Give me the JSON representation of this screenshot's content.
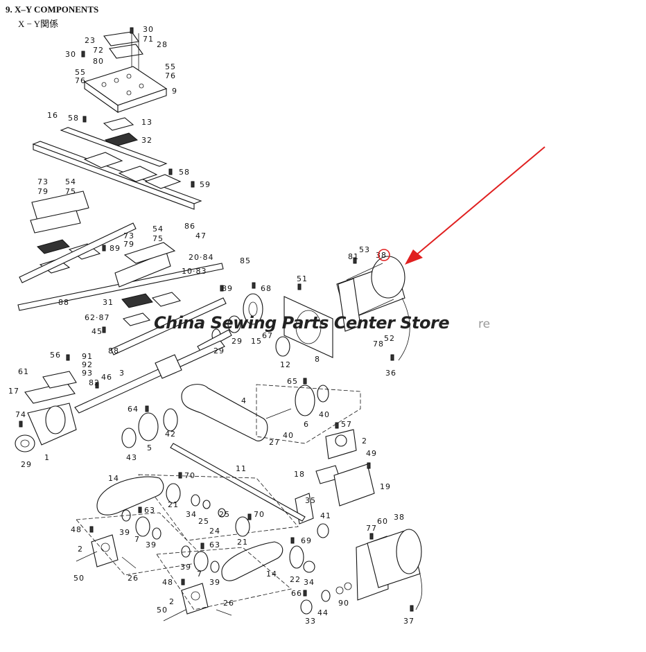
{
  "header": {
    "title": "9. X–Y COMPONENTS",
    "subtitle": "X − Y関係"
  },
  "watermark": {
    "text": "China Sewing Parts Center Store",
    "tail": "re"
  },
  "highlight": {
    "color": "#e02020",
    "target_label": "38"
  },
  "labels": {
    "p30a": "30",
    "p71": "71",
    "p28": "28",
    "p23": "23",
    "p72": "72",
    "p80": "80",
    "p30b": "30",
    "p55a": "55",
    "p76a": "76",
    "p55b": "55",
    "p76b": "76",
    "p9": "9",
    "p16": "16",
    "p58a": "58",
    "p13": "13",
    "p32": "32",
    "p58b": "58",
    "p59": "59",
    "p73a": "73",
    "p79a": "79",
    "p54a": "54",
    "p75a": "75",
    "p54b": "54",
    "p86": "86",
    "p73b": "73",
    "p75b": "75",
    "p47": "47",
    "p79b": "79",
    "p89a": "89",
    "p2084": "20·84",
    "p85": "85",
    "p1083": "10·83",
    "p89b": "89",
    "p88a": "88",
    "p31": "31",
    "p6287": "62·87",
    "p45": "45",
    "p88b": "88",
    "p68": "68",
    "p29a": "29",
    "p15": "15",
    "p67": "67",
    "p29b": "29",
    "p51": "51",
    "p81": "81",
    "p53": "53",
    "p38a": "38",
    "p78": "78",
    "p52": "52",
    "p8": "8",
    "p12": "12",
    "p36": "36",
    "p56": "56",
    "p91": "91",
    "p92": "92",
    "p93": "93",
    "p61": "61",
    "p3": "3",
    "p46": "46",
    "p82": "82",
    "p17": "17",
    "p74": "74",
    "p1": "1",
    "p29c": "29",
    "p65": "65",
    "p4": "4",
    "p64": "64",
    "p42": "42",
    "p43": "43",
    "p5": "5",
    "p40a": "40",
    "p6": "6",
    "p40b": "40",
    "p27": "27",
    "p57": "57",
    "p2a": "2",
    "p49": "49",
    "p18": "18",
    "p19": "19",
    "p11": "11",
    "p14a": "14",
    "p70a": "70",
    "p21a": "21",
    "p34a": "34",
    "p25a": "25",
    "p24": "24",
    "p25b": "25",
    "p70b": "70",
    "p21b": "21",
    "p35": "35",
    "p41": "41",
    "p63a": "63",
    "p39a": "39",
    "p7a": "7",
    "p39b": "39",
    "p48a": "48",
    "p2b": "2",
    "p50a": "50",
    "p26a": "26",
    "p63b": "63",
    "p39c": "39",
    "p7b": "7",
    "p39d": "39",
    "p14b": "14",
    "p69": "69",
    "p22": "22",
    "p34b": "34",
    "p48b": "48",
    "p2c": "2",
    "p50b": "50",
    "p26b": "26",
    "p77": "77",
    "p60": "60",
    "p38b": "38",
    "p66": "66",
    "p90": "90",
    "p44": "44",
    "p33": "33",
    "p37": "37"
  }
}
